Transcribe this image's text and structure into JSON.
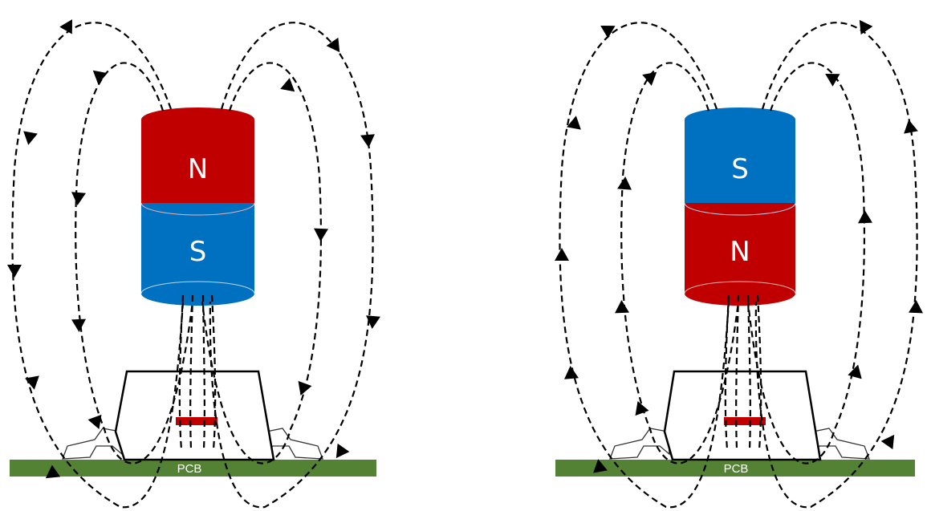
{
  "colors": {
    "north": "#c00000",
    "south": "#0070c0",
    "pcb": "#548235",
    "sensor": "#c00000",
    "field_line": "#000000"
  },
  "panels": [
    {
      "id": "left",
      "top_pole": "N",
      "bottom_pole": "S",
      "top_color": "#c00000",
      "bottom_color": "#0070c0",
      "field_direction": "top-pole-out",
      "pcb_label": "PCB"
    },
    {
      "id": "right",
      "top_pole": "S",
      "bottom_pole": "N",
      "top_color": "#0070c0",
      "bottom_color": "#c00000",
      "field_direction": "bottom-pole-out",
      "pcb_label": "PCB"
    }
  ]
}
